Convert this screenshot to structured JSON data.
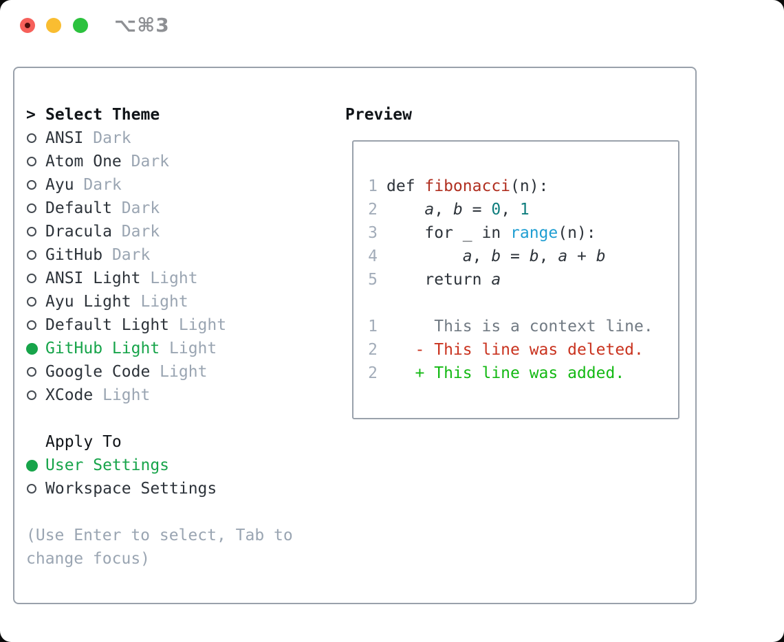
{
  "window": {
    "title": "⌥⌘3",
    "traffic_lights": [
      {
        "name": "close",
        "has_dot": true
      },
      {
        "name": "minimize",
        "has_dot": false
      },
      {
        "name": "maximize",
        "has_dot": false
      }
    ]
  },
  "theme_picker": {
    "cursor": ">",
    "title": "Select Theme",
    "themes": [
      {
        "name": "ANSI",
        "variant": "Dark",
        "selected": false
      },
      {
        "name": "Atom One",
        "variant": "Dark",
        "selected": false
      },
      {
        "name": "Ayu",
        "variant": "Dark",
        "selected": false
      },
      {
        "name": "Default",
        "variant": "Dark",
        "selected": false
      },
      {
        "name": "Dracula",
        "variant": "Dark",
        "selected": false
      },
      {
        "name": "GitHub",
        "variant": "Dark",
        "selected": false
      },
      {
        "name": "ANSI Light",
        "variant": "Light",
        "selected": false
      },
      {
        "name": "Ayu Light",
        "variant": "Light",
        "selected": false
      },
      {
        "name": "Default Light",
        "variant": "Light",
        "selected": false
      },
      {
        "name": "GitHub Light",
        "variant": "Light",
        "selected": true
      },
      {
        "name": "Google Code",
        "variant": "Light",
        "selected": false
      },
      {
        "name": "XCode",
        "variant": "Light",
        "selected": false
      }
    ],
    "apply_to": {
      "title": "Apply To",
      "options": [
        {
          "name": "User Settings",
          "selected": true
        },
        {
          "name": "Workspace Settings",
          "selected": false
        }
      ]
    },
    "hint_lines": [
      "(Use Enter to select, Tab to",
      "change focus)"
    ]
  },
  "preview": {
    "title": "Preview",
    "lines": [
      {
        "num": "1",
        "segments": [
          {
            "t": "def ",
            "c": "fg"
          },
          {
            "t": "fibonacci",
            "c": "func"
          },
          {
            "t": "(n):",
            "c": "fg"
          }
        ]
      },
      {
        "num": "2",
        "segments": [
          {
            "t": "    ",
            "c": "fg"
          },
          {
            "t": "a",
            "c": "var"
          },
          {
            "t": ", ",
            "c": "fg"
          },
          {
            "t": "b",
            "c": "var"
          },
          {
            "t": " = ",
            "c": "fg"
          },
          {
            "t": "0",
            "c": "lit"
          },
          {
            "t": ", ",
            "c": "fg"
          },
          {
            "t": "1",
            "c": "lit"
          }
        ]
      },
      {
        "num": "3",
        "segments": [
          {
            "t": "    for _ in ",
            "c": "fg"
          },
          {
            "t": "range",
            "c": "builtin"
          },
          {
            "t": "(n):",
            "c": "fg"
          }
        ]
      },
      {
        "num": "4",
        "segments": [
          {
            "t": "        ",
            "c": "fg"
          },
          {
            "t": "a",
            "c": "var"
          },
          {
            "t": ", ",
            "c": "fg"
          },
          {
            "t": "b",
            "c": "var"
          },
          {
            "t": " = ",
            "c": "fg"
          },
          {
            "t": "b",
            "c": "var"
          },
          {
            "t": ", ",
            "c": "fg"
          },
          {
            "t": "a",
            "c": "var"
          },
          {
            "t": " + ",
            "c": "fg"
          },
          {
            "t": "b",
            "c": "var"
          }
        ]
      },
      {
        "num": "5",
        "segments": [
          {
            "t": "    return ",
            "c": "fg"
          },
          {
            "t": "a",
            "c": "var"
          }
        ]
      },
      {
        "num": "",
        "segments": []
      },
      {
        "num": "1",
        "segments": [
          {
            "t": "     This is a context line.",
            "c": "ctx"
          }
        ]
      },
      {
        "num": "2",
        "segments": [
          {
            "t": "   - This line was deleted.",
            "c": "del"
          }
        ]
      },
      {
        "num": "2",
        "segments": [
          {
            "t": "   + This line was added.",
            "c": "add"
          }
        ]
      }
    ]
  },
  "colors": {
    "fg": "#2d333a",
    "muted": "#9aa5b2",
    "heading_black": "#101418",
    "selection_green": "#17a44a",
    "added_green": "#13b913",
    "deleted_red": "#c9331f",
    "func_red": "#b02f20",
    "literal_teal": "#0e7d7d",
    "builtin_blue": "#1f9ed2",
    "line_number": "#a2acb9",
    "context_gray": "#717a83",
    "border_gray": "#99a1ab",
    "title_gray": "#8e9094",
    "traffic_red": "#f6605a",
    "traffic_yellow": "#f9bd31",
    "traffic_green": "#2cc23e",
    "traffic_dot": "#4d0f0c"
  }
}
